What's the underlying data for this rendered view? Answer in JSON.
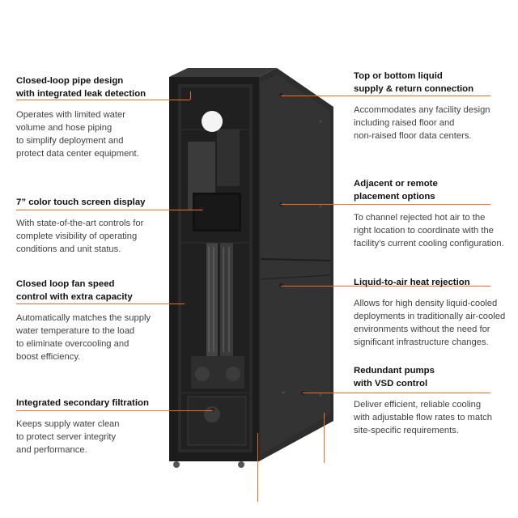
{
  "features": {
    "pipe": {
      "title": "Closed-loop pipe design\nwith integrated leak detection",
      "body": "Operates with limited water\nvolume and hose piping\nto simplify deployment and\nprotect data center equipment."
    },
    "touchscreen": {
      "title": "7” color touch screen display",
      "body": "With state-of-the-art controls for\ncomplete visibility of operating\nconditions and unit status."
    },
    "fan": {
      "title": "Closed loop fan speed\ncontrol with extra capacity",
      "body": "Automatically matches the supply\nwater temperature to the load\nto eliminate overcooling and\nboost efficiency."
    },
    "filtration": {
      "title": "Integrated secondary filtration",
      "body": "Keeps supply water clean\nto protect server integrity\nand performance."
    },
    "liquid_connection": {
      "title": "Top or bottom liquid\nsupply & return connection",
      "body": "Accommodates any facility design\nincluding raised floor and\nnon-raised floor data centers."
    },
    "placement": {
      "title": "Adjacent or remote\nplacement options",
      "body": "To channel rejected hot air to the\nright location to coordinate with the\nfacility’s current cooling configuration."
    },
    "heat_rejection": {
      "title": "Liquid-to-air heat rejection",
      "body": "Allows for high density liquid-cooled\ndeployments in traditionally air-cooled\nenvironments without the need for\nsignificant infrastructure changes."
    },
    "pumps": {
      "title": "Redundant pumps\nwith VSD control",
      "body": "Deliver efficient, reliable cooling\nwith adjustable flow rates to match\nsite-specific requirements."
    }
  },
  "colors": {
    "accent": "#f26d21",
    "cabinet": "#262626",
    "background": "#ffffff"
  },
  "image": {
    "subject": "cabinet-illustration"
  }
}
